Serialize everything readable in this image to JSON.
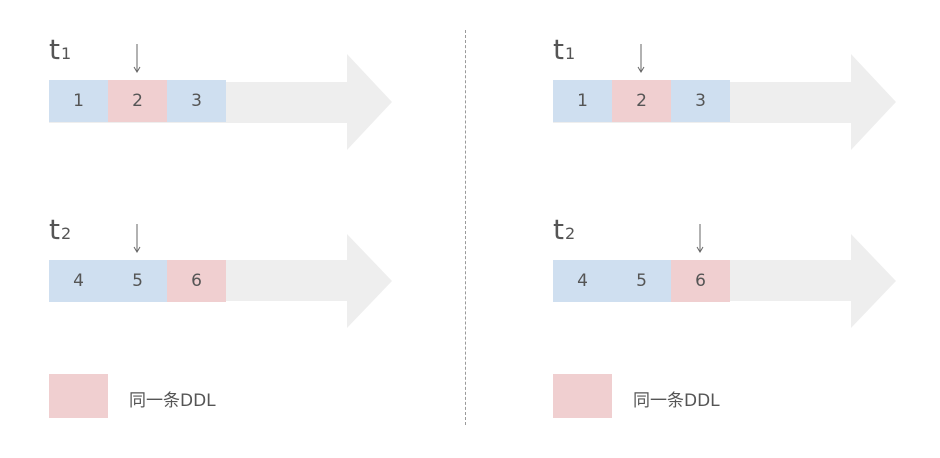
{
  "colors": {
    "blue_cell": "#cfdff0",
    "pink_cell": "#f0cfd0",
    "arrow_fill": "#eeeeee",
    "text": "#555555",
    "divider": "#9a9a9a"
  },
  "panels": [
    {
      "rows": [
        {
          "time_label": "t",
          "time_sub": "1",
          "pointer_cell": 1,
          "cells": [
            {
              "label": "1",
              "color": "blue"
            },
            {
              "label": "2",
              "color": "pink"
            },
            {
              "label": "3",
              "color": "blue"
            }
          ]
        },
        {
          "time_label": "t",
          "time_sub": "2",
          "pointer_cell": 1,
          "cells": [
            {
              "label": "4",
              "color": "blue"
            },
            {
              "label": "5",
              "color": "blue"
            },
            {
              "label": "6",
              "color": "pink"
            }
          ]
        }
      ],
      "legend": {
        "label": "同一条DDL"
      }
    },
    {
      "rows": [
        {
          "time_label": "t",
          "time_sub": "1",
          "pointer_cell": 1,
          "cells": [
            {
              "label": "1",
              "color": "blue"
            },
            {
              "label": "2",
              "color": "pink"
            },
            {
              "label": "3",
              "color": "blue"
            }
          ]
        },
        {
          "time_label": "t",
          "time_sub": "2",
          "pointer_cell": 2,
          "cells": [
            {
              "label": "4",
              "color": "blue"
            },
            {
              "label": "5",
              "color": "blue"
            },
            {
              "label": "6",
              "color": "pink"
            }
          ]
        }
      ],
      "legend": {
        "label": "同一条DDL"
      }
    }
  ]
}
